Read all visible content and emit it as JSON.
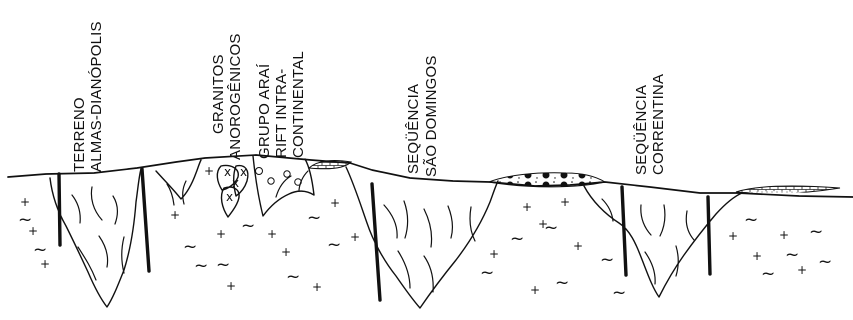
{
  "labels": {
    "terreno": [
      "TERRENO",
      "ALMAS-DIANÓPOLIS"
    ],
    "granitos": [
      "GRANITOS",
      "ANOROGÊNICOS"
    ],
    "grupo_arai": [
      "GRUPO ARAÍ",
      "RIFT INTRA-",
      "CONTINENTAL"
    ],
    "sao_domingos": [
      "SEQÜÊNCIA",
      "SÃO DOMINGOS"
    ],
    "correntina": [
      "SEQÜÊNCIA",
      "CORRENTINA"
    ]
  },
  "symbols": {
    "basement_plus": "+",
    "basement_wave": "~",
    "granite_cross": "x"
  },
  "colors": {
    "line": "#111111",
    "background": "#ffffff"
  }
}
